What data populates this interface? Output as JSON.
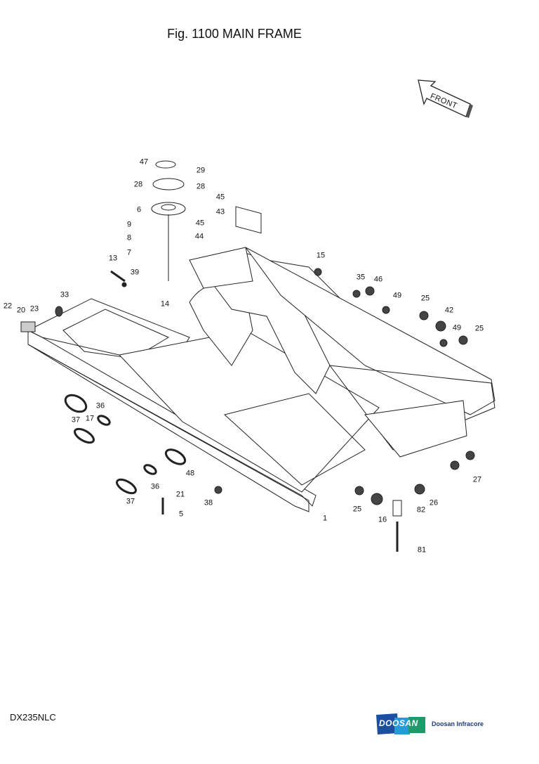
{
  "title": "Fig. 1100 MAIN FRAME",
  "front_label": "FRONT",
  "model": "DX235NLC",
  "logo": {
    "wordmark": "DOOSAN",
    "company": "Doosan Infracore",
    "colors": [
      "#1c4fa0",
      "#2a9ad6",
      "#1f9a6a"
    ]
  },
  "callouts": [
    "47",
    "29",
    "28",
    "28",
    "6",
    "45",
    "43",
    "9",
    "45",
    "8",
    "44",
    "7",
    "13",
    "39",
    "15",
    "33",
    "35",
    "46",
    "14",
    "22",
    "20",
    "23",
    "49",
    "25",
    "42",
    "49",
    "25",
    "36",
    "17",
    "37",
    "48",
    "36",
    "21",
    "37",
    "5",
    "38",
    "25",
    "1",
    "26",
    "16",
    "82",
    "27",
    "81"
  ]
}
